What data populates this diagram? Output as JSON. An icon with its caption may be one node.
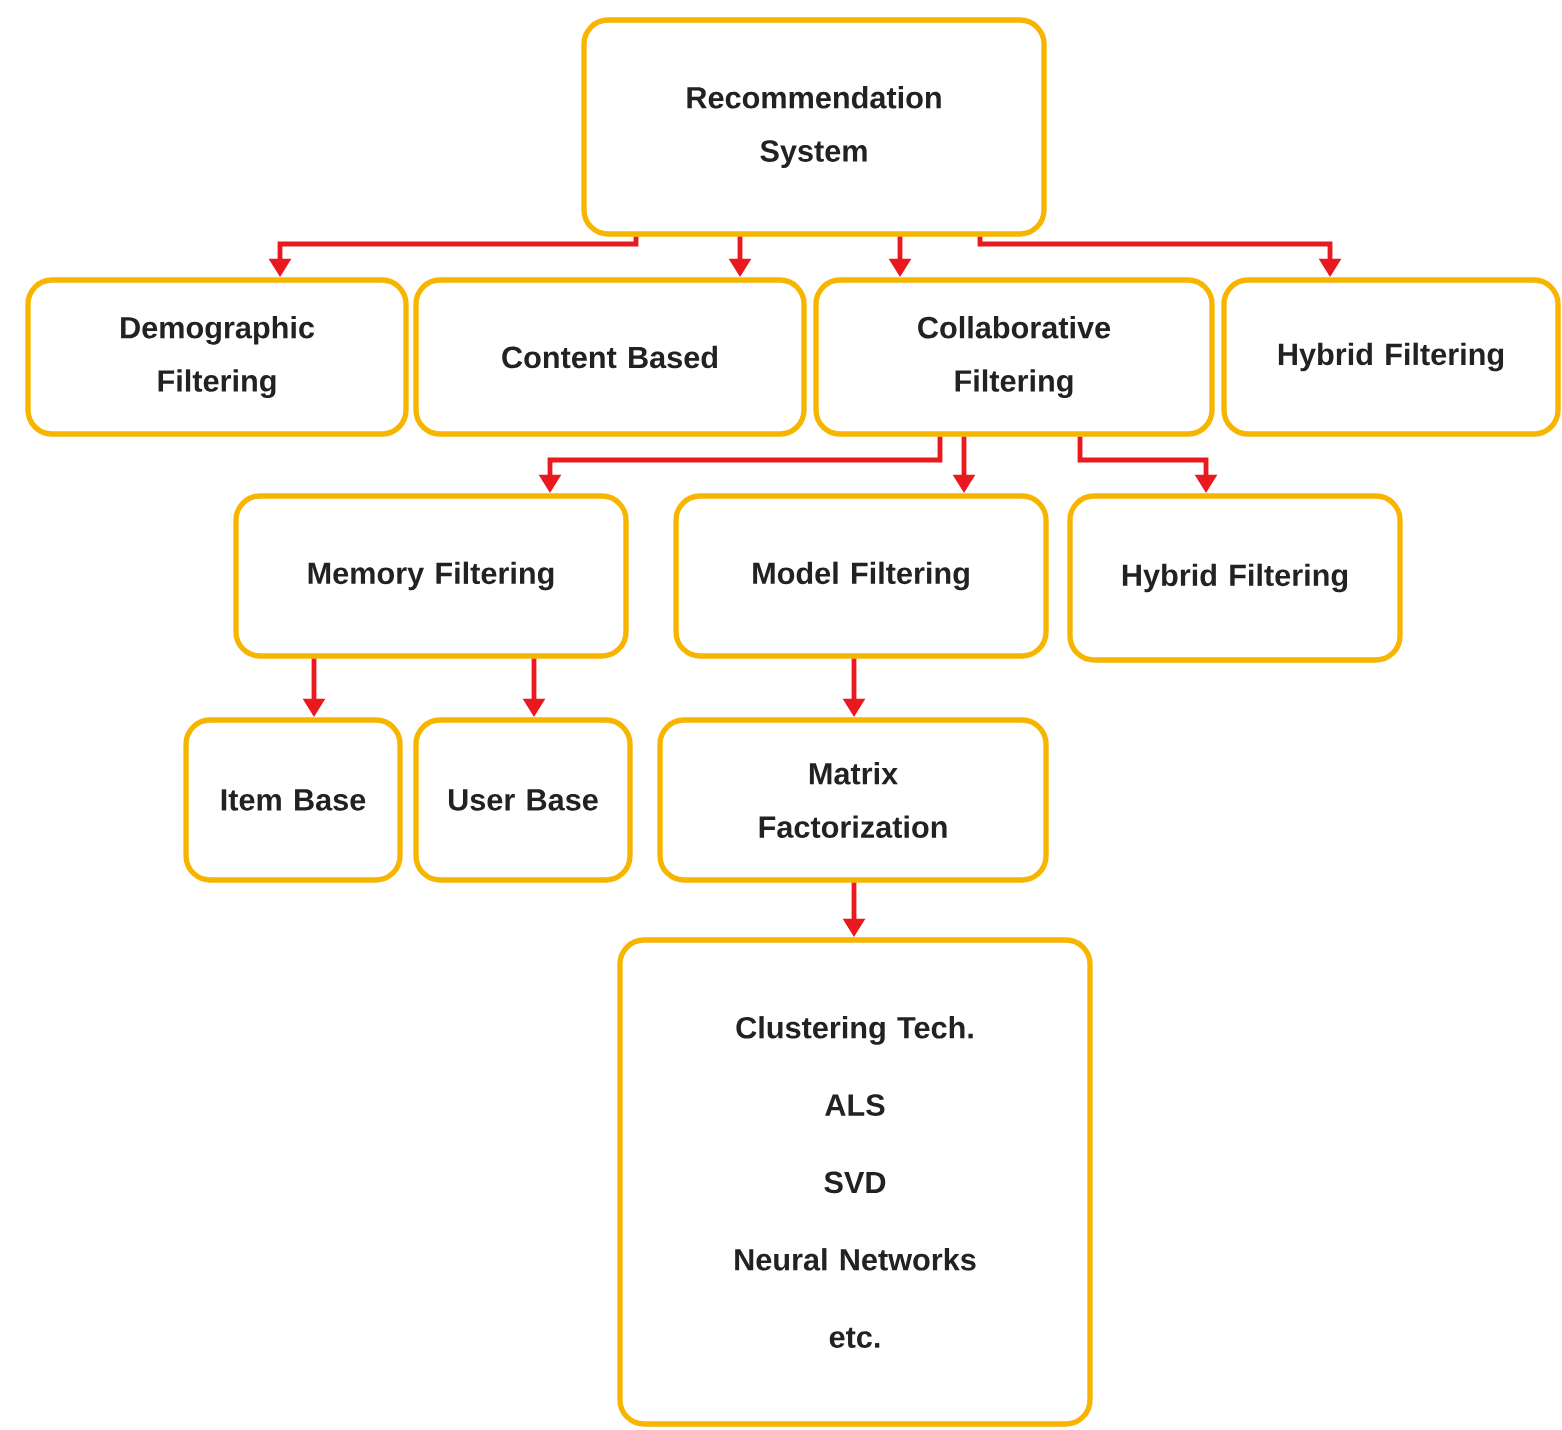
{
  "diagram": {
    "nodes": [
      {
        "text": [
          "Recommendation System"
        ]
      },
      {
        "text": [
          "Demographic Filtering"
        ]
      },
      {
        "text": [
          "Content Based"
        ]
      },
      {
        "text": [
          "Collaborative Filtering"
        ]
      },
      {
        "text": [
          "Hybrid Filtering"
        ]
      },
      {
        "text": [
          "Memory Filtering"
        ]
      },
      {
        "text": [
          "Model Filtering"
        ]
      },
      {
        "text": [
          "Hybrid Filtering"
        ]
      },
      {
        "text": [
          "Item Base"
        ]
      },
      {
        "text": [
          "User Base"
        ]
      },
      {
        "text": [
          "Matrix Factorization"
        ]
      },
      {
        "text": [
          "Clustering Tech.",
          "ALS",
          "SVD",
          "Neural Networks",
          "etc."
        ]
      }
    ],
    "edges": [
      {
        "from": 0,
        "to": 1,
        "arrow": "to"
      },
      {
        "from": 0,
        "to": 2,
        "arrow": "to"
      },
      {
        "from": 0,
        "to": 3,
        "arrow": "to"
      },
      {
        "from": 0,
        "to": 4,
        "arrow": "to"
      },
      {
        "from": 3,
        "to": 5,
        "arrow": "to"
      },
      {
        "from": 3,
        "to": 6,
        "arrow": "to"
      },
      {
        "from": 3,
        "to": 7,
        "arrow": "to"
      },
      {
        "from": 5,
        "to": 8,
        "arrow": "to"
      },
      {
        "from": 5,
        "to": 9,
        "arrow": "to"
      },
      {
        "from": 6,
        "to": 10,
        "arrow": "to"
      },
      {
        "from": 10,
        "to": 11,
        "arrow": "to"
      }
    ]
  }
}
